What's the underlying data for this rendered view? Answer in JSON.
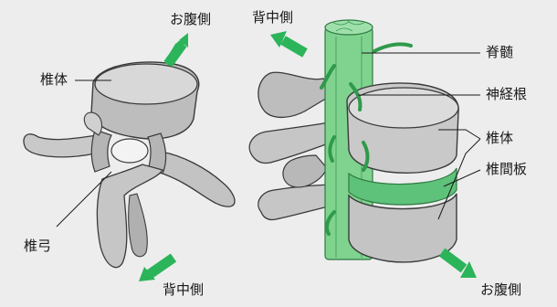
{
  "left_figure": {
    "labels": {
      "abdomen": "お腹側",
      "vertebral_body": "椎体",
      "vertebral_arch": "椎弓",
      "back": "背中側"
    }
  },
  "right_figure": {
    "labels": {
      "back": "背中側",
      "spinal_cord": "脊髄",
      "nerve_root": "神経根",
      "vertebral_body": "椎体",
      "intervertebral_disc": "椎間板",
      "abdomen": "お腹側"
    }
  },
  "colors": {
    "background": "#ededed",
    "bone_fill": "#c9c9c9",
    "bone_dark": "#8c8c8c",
    "bone_outline": "#3a3a3a",
    "arrow_green": "#2bb45a",
    "spinal_cord_green": "#7fd38f",
    "disc_green": "#5ec27a"
  }
}
